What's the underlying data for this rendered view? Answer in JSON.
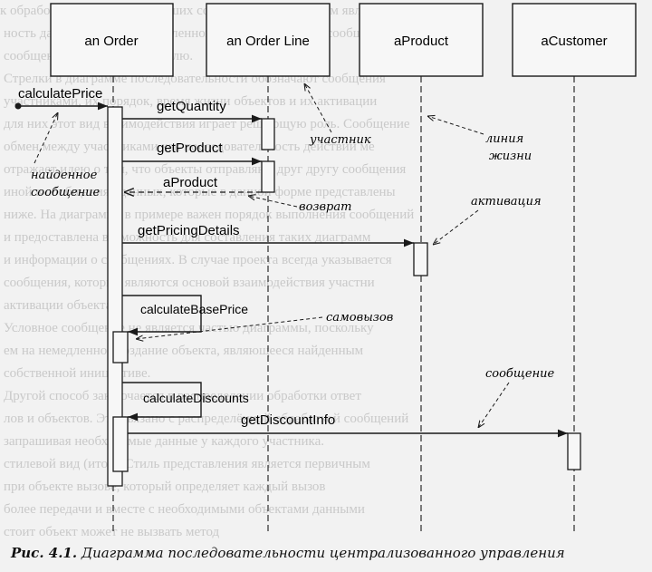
{
  "background_text": [
    "к обработке любых поступивших сообщений. Его классом является",
    "ность давать запрос в определенном виде на обработку сообщения",
    "сообщения объекту-получателю.",
    "Стрелки в диаграмме последовательности обозначают сообщения",
    "участниками, их порядок, время жизни объектов и их активации",
    "для них этот вид взаимодействия играет решающую роль. Сообщение",
    "обмен между участниками как последовательность действий ме",
    "отражает идею о том, что объекты отправляют друг другу сообщения",
    "иной в сообщениях данных, которые в данной форме представлены",
    "ниже. На диаграмме в примере важен порядок выполнения сообщений",
    "и предоставлена возможность для составления таких диаграмм",
    "и информации о сообщениях. В случае проекта всегда указывается",
    "сообщения, которые являются основой взаимодействия участни",
    "активации объекта.",
    "Условное сообщение не является частью диаграммы, поскольку",
    "ем на немедленное создание объекта, являющееся найденным",
    "собственной инициативе.",
    "Другой способ заключается в распределении обработки ответ",
    "лов и объектов. Это связано с распределённой обработкой сообщений",
    "запрашивая необходимые данные у каждого участника.",
    "стилевой вид (итог). Стиль представления является первичным",
    "при объекте вызове, который определяет каждый вызов",
    "более передачи и вместе с необходимыми объектами данными",
    "стоит объект может не вызвать метод"
  ],
  "lifelines": [
    {
      "name": "an Order"
    },
    {
      "name": "an Order Line"
    },
    {
      "name": "aProduct"
    },
    {
      "name": "aCustomer"
    }
  ],
  "messages": {
    "calculatePrice": "calculatePrice",
    "getQuantity": "getQuantity",
    "getProduct": "getProduct",
    "aProduct_return": "aProduct",
    "getPricingDetails": "getPricingDetails",
    "calculateBasePrice": "calculateBasePrice",
    "calculateDiscounts": "calculateDiscounts",
    "getDiscountInfo": "getDiscountInfo"
  },
  "annotations": {
    "found_message_1": "найденное",
    "found_message_2": "сообщение",
    "participant": "участник",
    "lifeline_1": "линия",
    "lifeline_2": "жизни",
    "return": "возврат",
    "activation": "активация",
    "self_call": "самовызов",
    "message": "сообщение"
  },
  "caption": {
    "prefix": "Рис. 4.1.",
    "text": "Диаграмма последовательности централизованного управления"
  },
  "colors": {
    "line": "#1a1a1a",
    "background": "#f2f2f2",
    "faded_text": "#c9c9c9"
  }
}
